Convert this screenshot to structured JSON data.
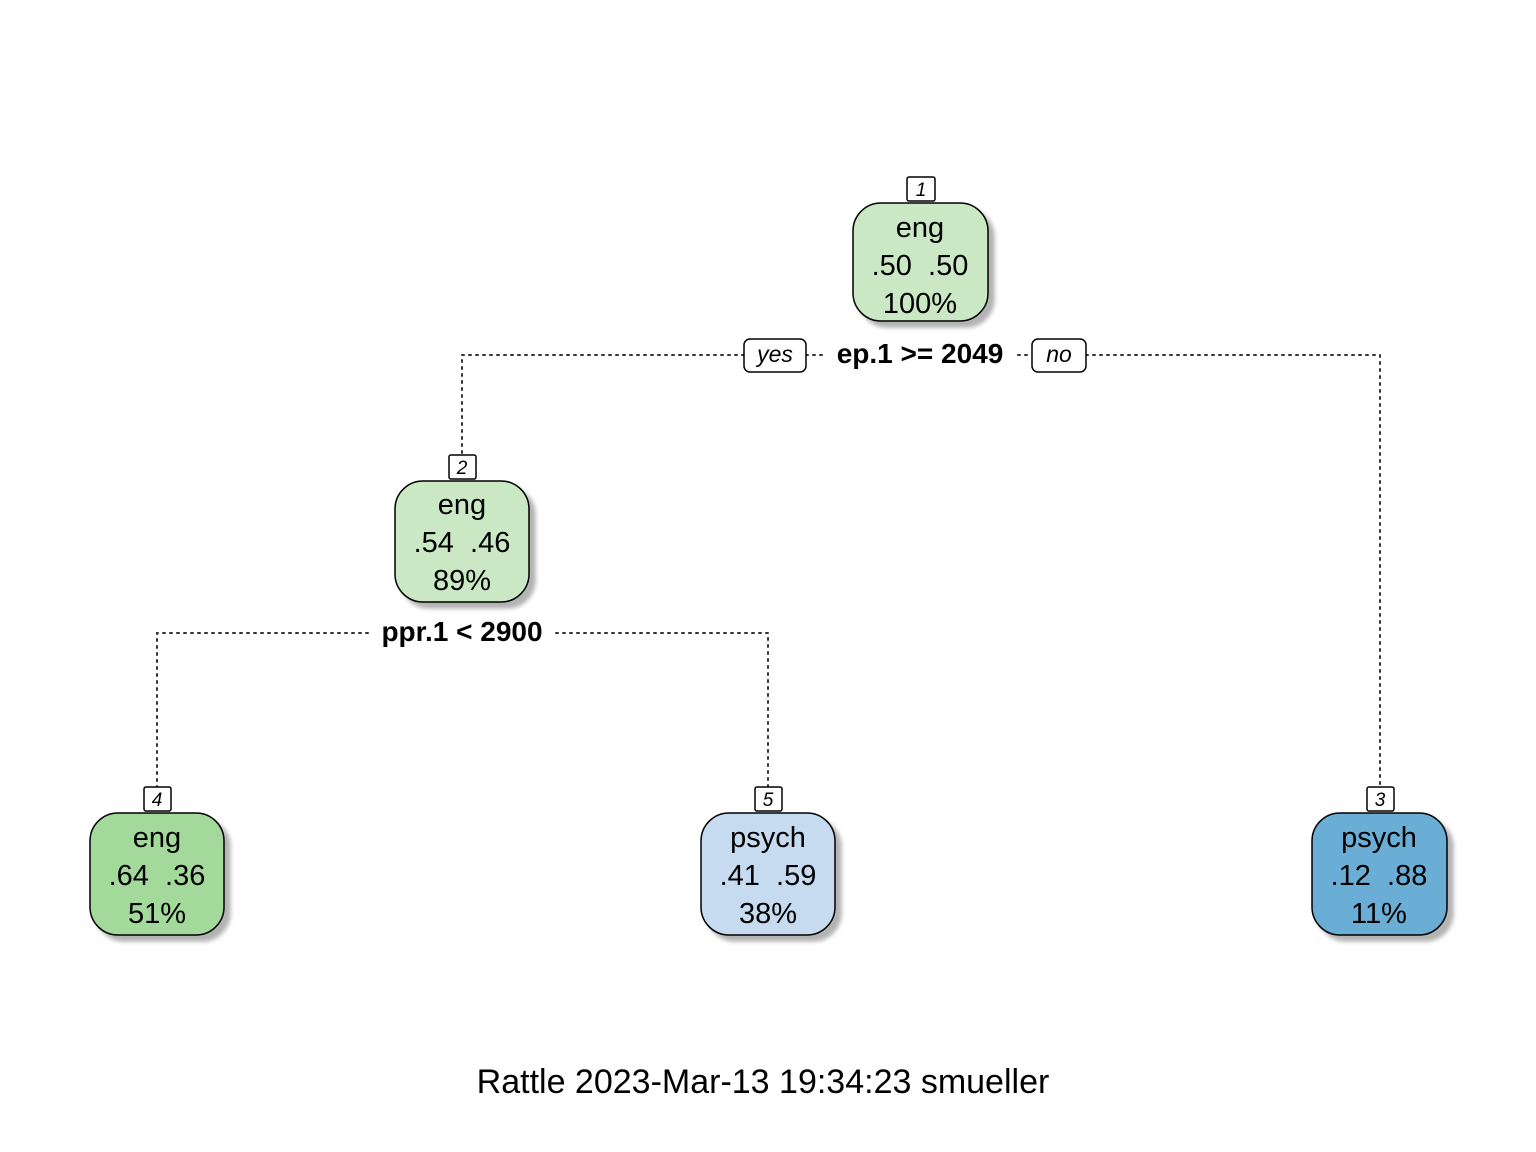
{
  "tree": {
    "nodes": [
      {
        "id": "1",
        "label": "eng",
        "probs": ".50  .50",
        "pct": "100%",
        "fill": "#c9e8c3"
      },
      {
        "id": "2",
        "label": "eng",
        "probs": ".54  .46",
        "pct": "89%",
        "fill": "#c9e8c3"
      },
      {
        "id": "4",
        "label": "eng",
        "probs": ".64  .36",
        "pct": "51%",
        "fill": "#a3d99b"
      },
      {
        "id": "5",
        "label": "psych",
        "probs": ".41  .59",
        "pct": "38%",
        "fill": "#c6dbef"
      },
      {
        "id": "3",
        "label": "psych",
        "probs": ".12  .88",
        "pct": "11%",
        "fill": "#6baed6"
      }
    ],
    "splits": [
      {
        "node": "1",
        "rule": "ep.1 >= 2049"
      },
      {
        "node": "2",
        "rule": "ppr.1 < 2900"
      }
    ],
    "branch_labels": {
      "yes": "yes",
      "no": "no"
    }
  },
  "caption": "Rattle 2023-Mar-13 19:34:23 smueller"
}
